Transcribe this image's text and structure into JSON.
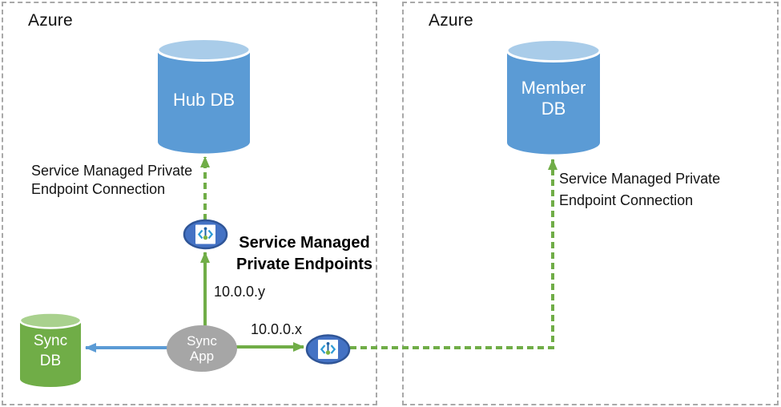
{
  "regions": {
    "left": {
      "label": "Azure"
    },
    "right": {
      "label": "Azure"
    }
  },
  "nodes": {
    "hub_db": {
      "label": "Hub DB"
    },
    "member_db": {
      "label_line1": "Member",
      "label_line2": "DB"
    },
    "sync_db": {
      "label_line1": "Sync",
      "label_line2": "DB"
    },
    "sync_app": {
      "label_line1": "Sync",
      "label_line2": "App"
    }
  },
  "labels": {
    "hub_connection": {
      "line1": "Service Managed Private",
      "line2": "Endpoint Connection"
    },
    "member_connection": {
      "line1": "Service Managed Private",
      "line2": "Endpoint Connection"
    },
    "private_endpoints_title": {
      "line1": "Service Managed",
      "line2": "Private Endpoints"
    },
    "ip_y": "10.0.0.y",
    "ip_x": "10.0.0.x"
  },
  "icons": {
    "private_endpoint": "private-endpoint-icon"
  },
  "colors": {
    "green": "#70AD47",
    "blue_arrow": "#5B9BD5",
    "db_blue": "#5B9BD5",
    "db_blue_top": "#A9CCE9",
    "db_green": "#70AD47",
    "db_green_top": "#A9D18E",
    "endpoint_fill": "#4472C4",
    "endpoint_border": "#2F5597",
    "app_gray": "#A6A6A6",
    "box_border": "#A9A9A9",
    "text": "#1A1A1A"
  }
}
